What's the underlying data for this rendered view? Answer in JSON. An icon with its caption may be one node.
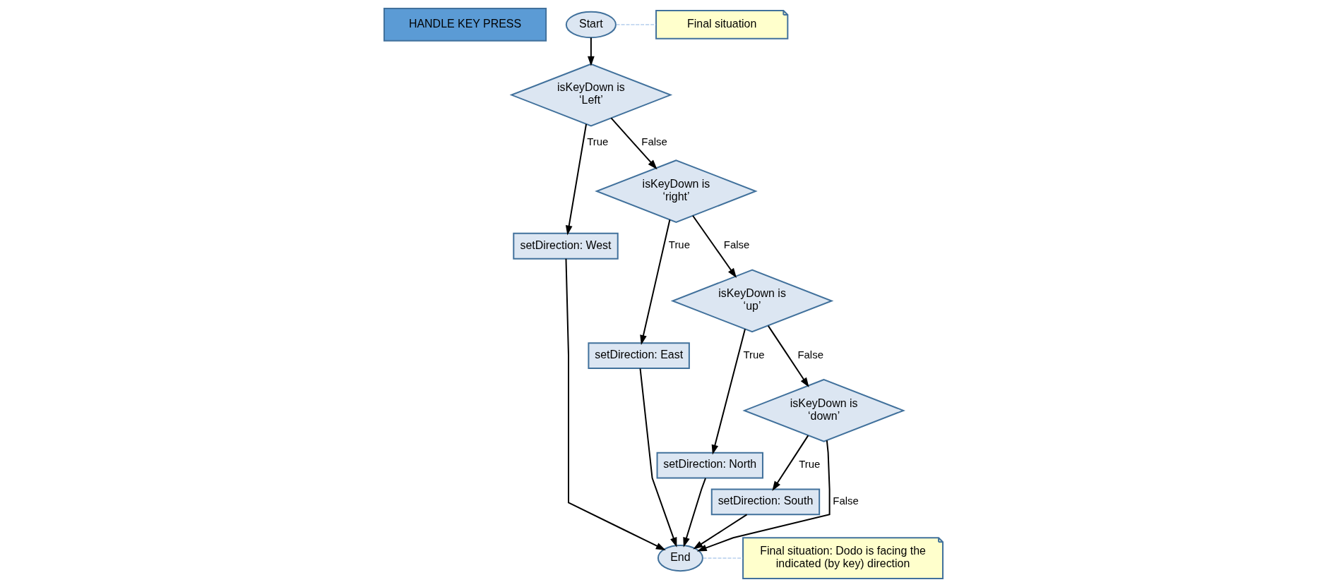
{
  "diagram": {
    "nodes": [
      {
        "text": [
          "HANDLE KEY PRESS"
        ]
      },
      {
        "text": [
          "Start"
        ]
      },
      {
        "text": [
          "Final situation"
        ]
      },
      {
        "text": [
          "isKeyDown is ‘Left’"
        ]
      },
      {
        "text": [
          "setDirection: West"
        ]
      },
      {
        "text": [
          "isKeyDown is ‘right’"
        ]
      },
      {
        "text": [
          "setDirection: East"
        ]
      },
      {
        "text": [
          "isKeyDown is ‘up’"
        ]
      },
      {
        "text": [
          "setDirection: North"
        ]
      },
      {
        "text": [
          "isKeyDown is ‘down’"
        ]
      },
      {
        "text": [
          "setDirection: South"
        ]
      },
      {
        "text": [
          "End"
        ]
      },
      {
        "text": [
          "Final situation: Dodo is facing the indicated (by key) direction"
        ]
      }
    ],
    "edges": [
      {
        "from": 1,
        "to": 2,
        "arrow": "none",
        "style": "dashed",
        "color": "#8eb4e3"
      },
      {
        "from": 1,
        "to": 3,
        "arrow": "to"
      },
      {
        "from": 3,
        "to": 4,
        "arrow": "to",
        "label": "True"
      },
      {
        "from": 3,
        "to": 5,
        "arrow": "to",
        "label": "False"
      },
      {
        "from": 5,
        "to": 6,
        "arrow": "to",
        "label": "True"
      },
      {
        "from": 5,
        "to": 7,
        "arrow": "to",
        "label": "False"
      },
      {
        "from": 7,
        "to": 8,
        "arrow": "to",
        "label": "True"
      },
      {
        "from": 7,
        "to": 9,
        "arrow": "to",
        "label": "False"
      },
      {
        "from": 9,
        "to": 10,
        "arrow": "to",
        "label": "True"
      },
      {
        "from": 9,
        "to": 11,
        "arrow": "to",
        "label": "False"
      },
      {
        "from": 10,
        "to": 11,
        "arrow": "to"
      },
      {
        "from": 8,
        "to": 11,
        "arrow": "to"
      },
      {
        "from": 6,
        "to": 11,
        "arrow": "to"
      },
      {
        "from": 4,
        "to": 11,
        "arrow": "to"
      },
      {
        "from": 11,
        "to": 12,
        "arrow": "none",
        "style": "dashed",
        "color": "#8eb4e3"
      }
    ]
  }
}
